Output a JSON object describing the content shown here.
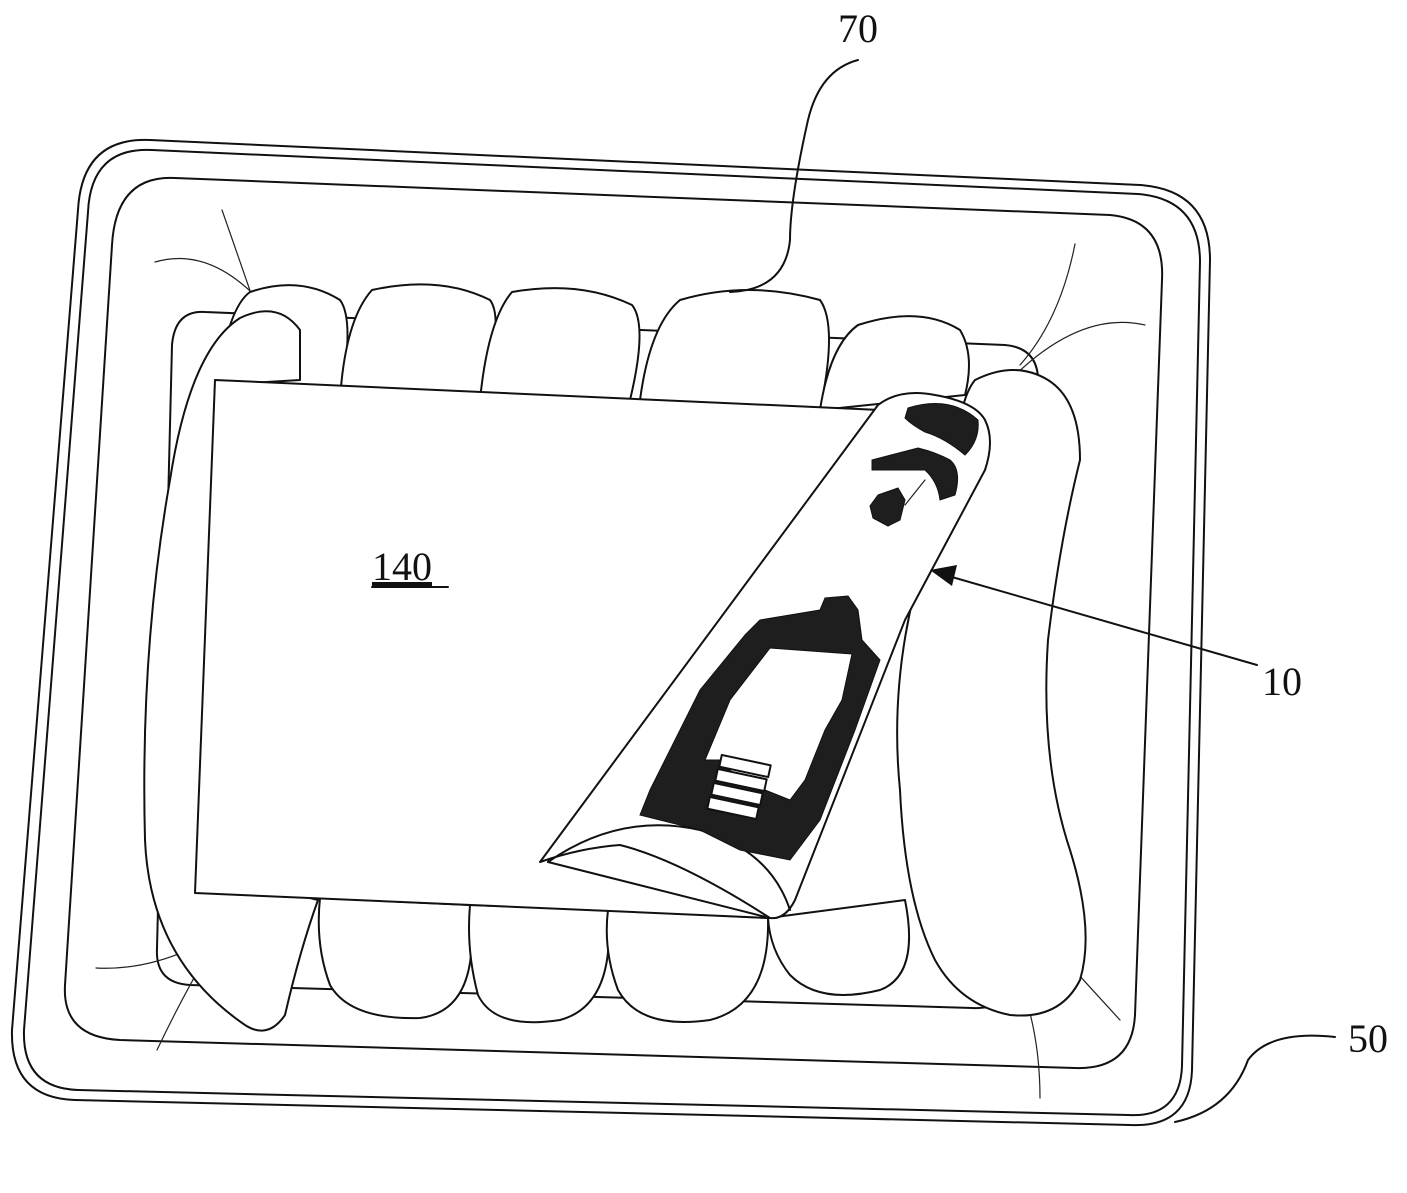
{
  "labels": {
    "sausages_ref": "70",
    "sensor_ref": "10",
    "tray_ref": "50",
    "label_ref": "140"
  }
}
